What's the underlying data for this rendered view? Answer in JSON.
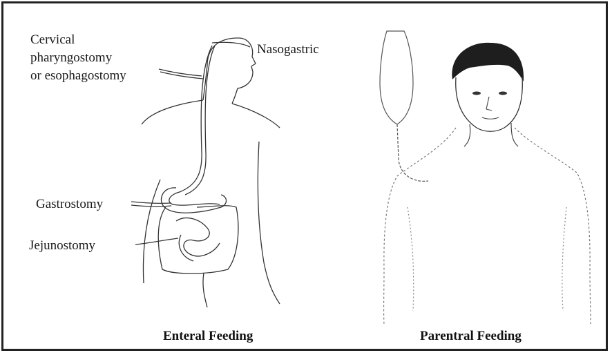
{
  "enteral": {
    "labels": {
      "cervical_line1": "Cervical",
      "cervical_line2": "pharyngostomy",
      "cervical_line3": "or esophagostomy",
      "nasogastric": "Nasogastric",
      "gastrostomy": "Gastrostomy",
      "jejunostomy": "Jejunostomy"
    },
    "caption": "Enteral Feeding"
  },
  "parenteral": {
    "caption": "Parentral Feeding"
  }
}
